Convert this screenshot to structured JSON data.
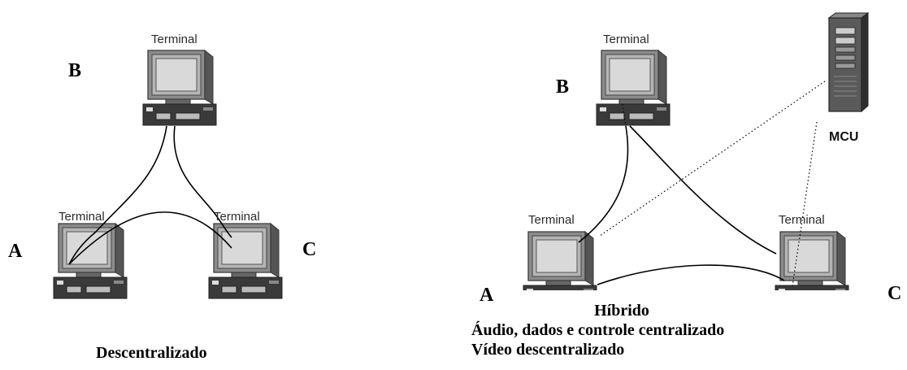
{
  "left_diagram": {
    "caption": "Descentralizado",
    "nodes": {
      "A": {
        "letter": "A",
        "label": "Terminal"
      },
      "B": {
        "letter": "B",
        "label": "Terminal"
      },
      "C": {
        "letter": "C",
        "label": "Terminal"
      }
    }
  },
  "right_diagram": {
    "caption_lines": [
      "Híbrido",
      "Áudio, dados e controle centralizado",
      "Vídeo descentralizado"
    ],
    "server_label": "MCU",
    "nodes": {
      "A": {
        "letter": "A",
        "label": "Terminal"
      },
      "B": {
        "letter": "B",
        "label": "Terminal"
      },
      "C": {
        "letter": "C",
        "label": "Terminal"
      }
    }
  },
  "line_styles": {
    "video_link": "solid",
    "centralized_link": "dotted"
  }
}
